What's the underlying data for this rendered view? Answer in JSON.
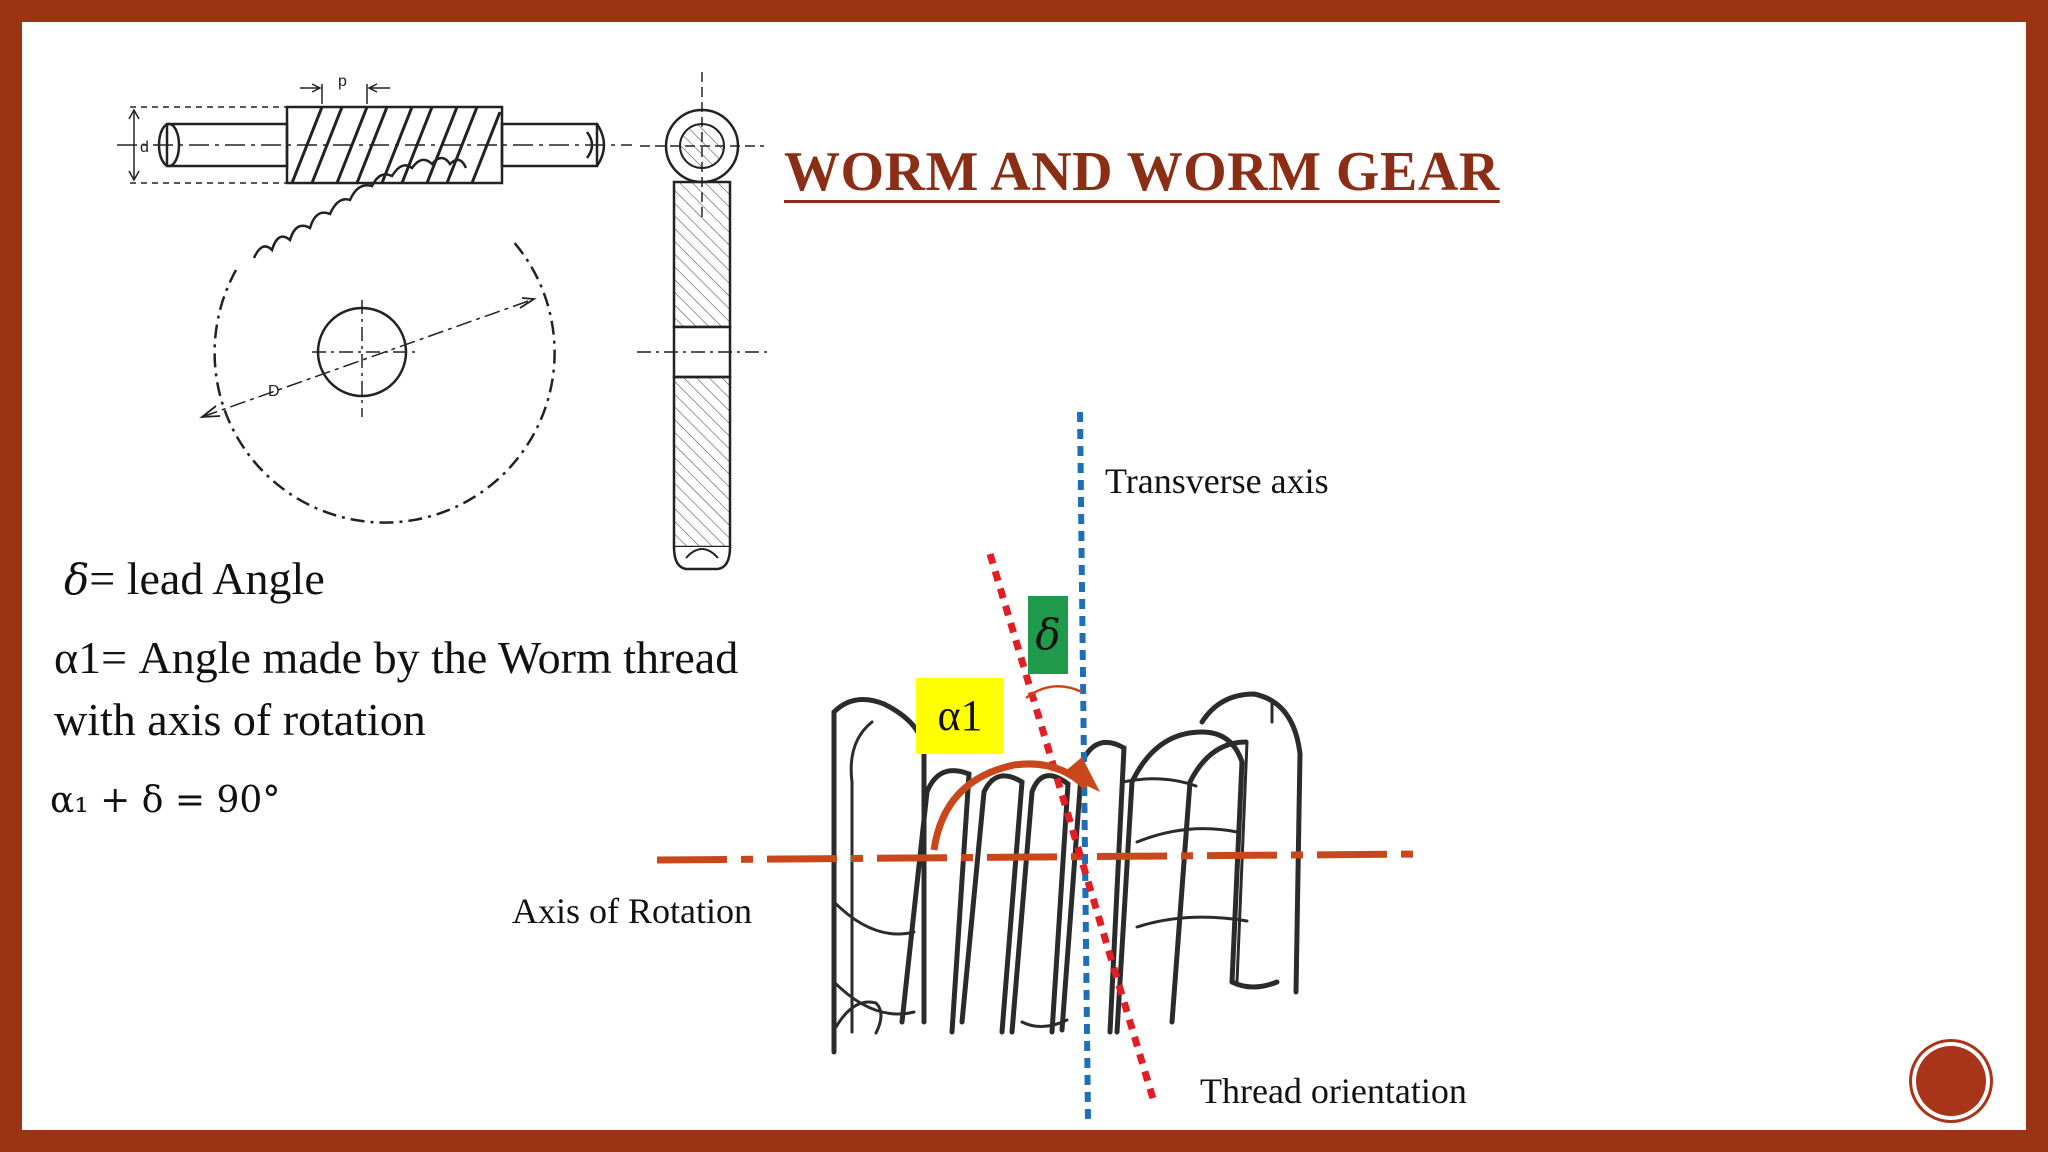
{
  "slide": {
    "title": "WORM AND WORM GEAR",
    "theme_colors": {
      "frame": "#9a3412",
      "title": "#8b2e16",
      "thread_line": "#e01e24",
      "transverse_line": "#1d70b8",
      "rotation_line": "#c8481c"
    }
  },
  "drawing_labels": {
    "pitch": "p",
    "worm_diameter": "d",
    "gear_diameter": "D"
  },
  "definitions": {
    "delta_symbol": "δ",
    "delta_text": "= lead Angle",
    "alpha_line1": "α1= Angle made  by the Worm thread",
    "alpha_line2": "with axis of rotation",
    "equation": "α₁ +  δ = 90°"
  },
  "diagram": {
    "transverse_axis": "Transverse axis",
    "axis_of_rotation": "Axis of Rotation",
    "thread_orientation": "Thread orientation",
    "alpha_tag": "α1",
    "delta_tag": "δ"
  },
  "footer": {
    "logo_icon": "circle-logo-icon"
  }
}
